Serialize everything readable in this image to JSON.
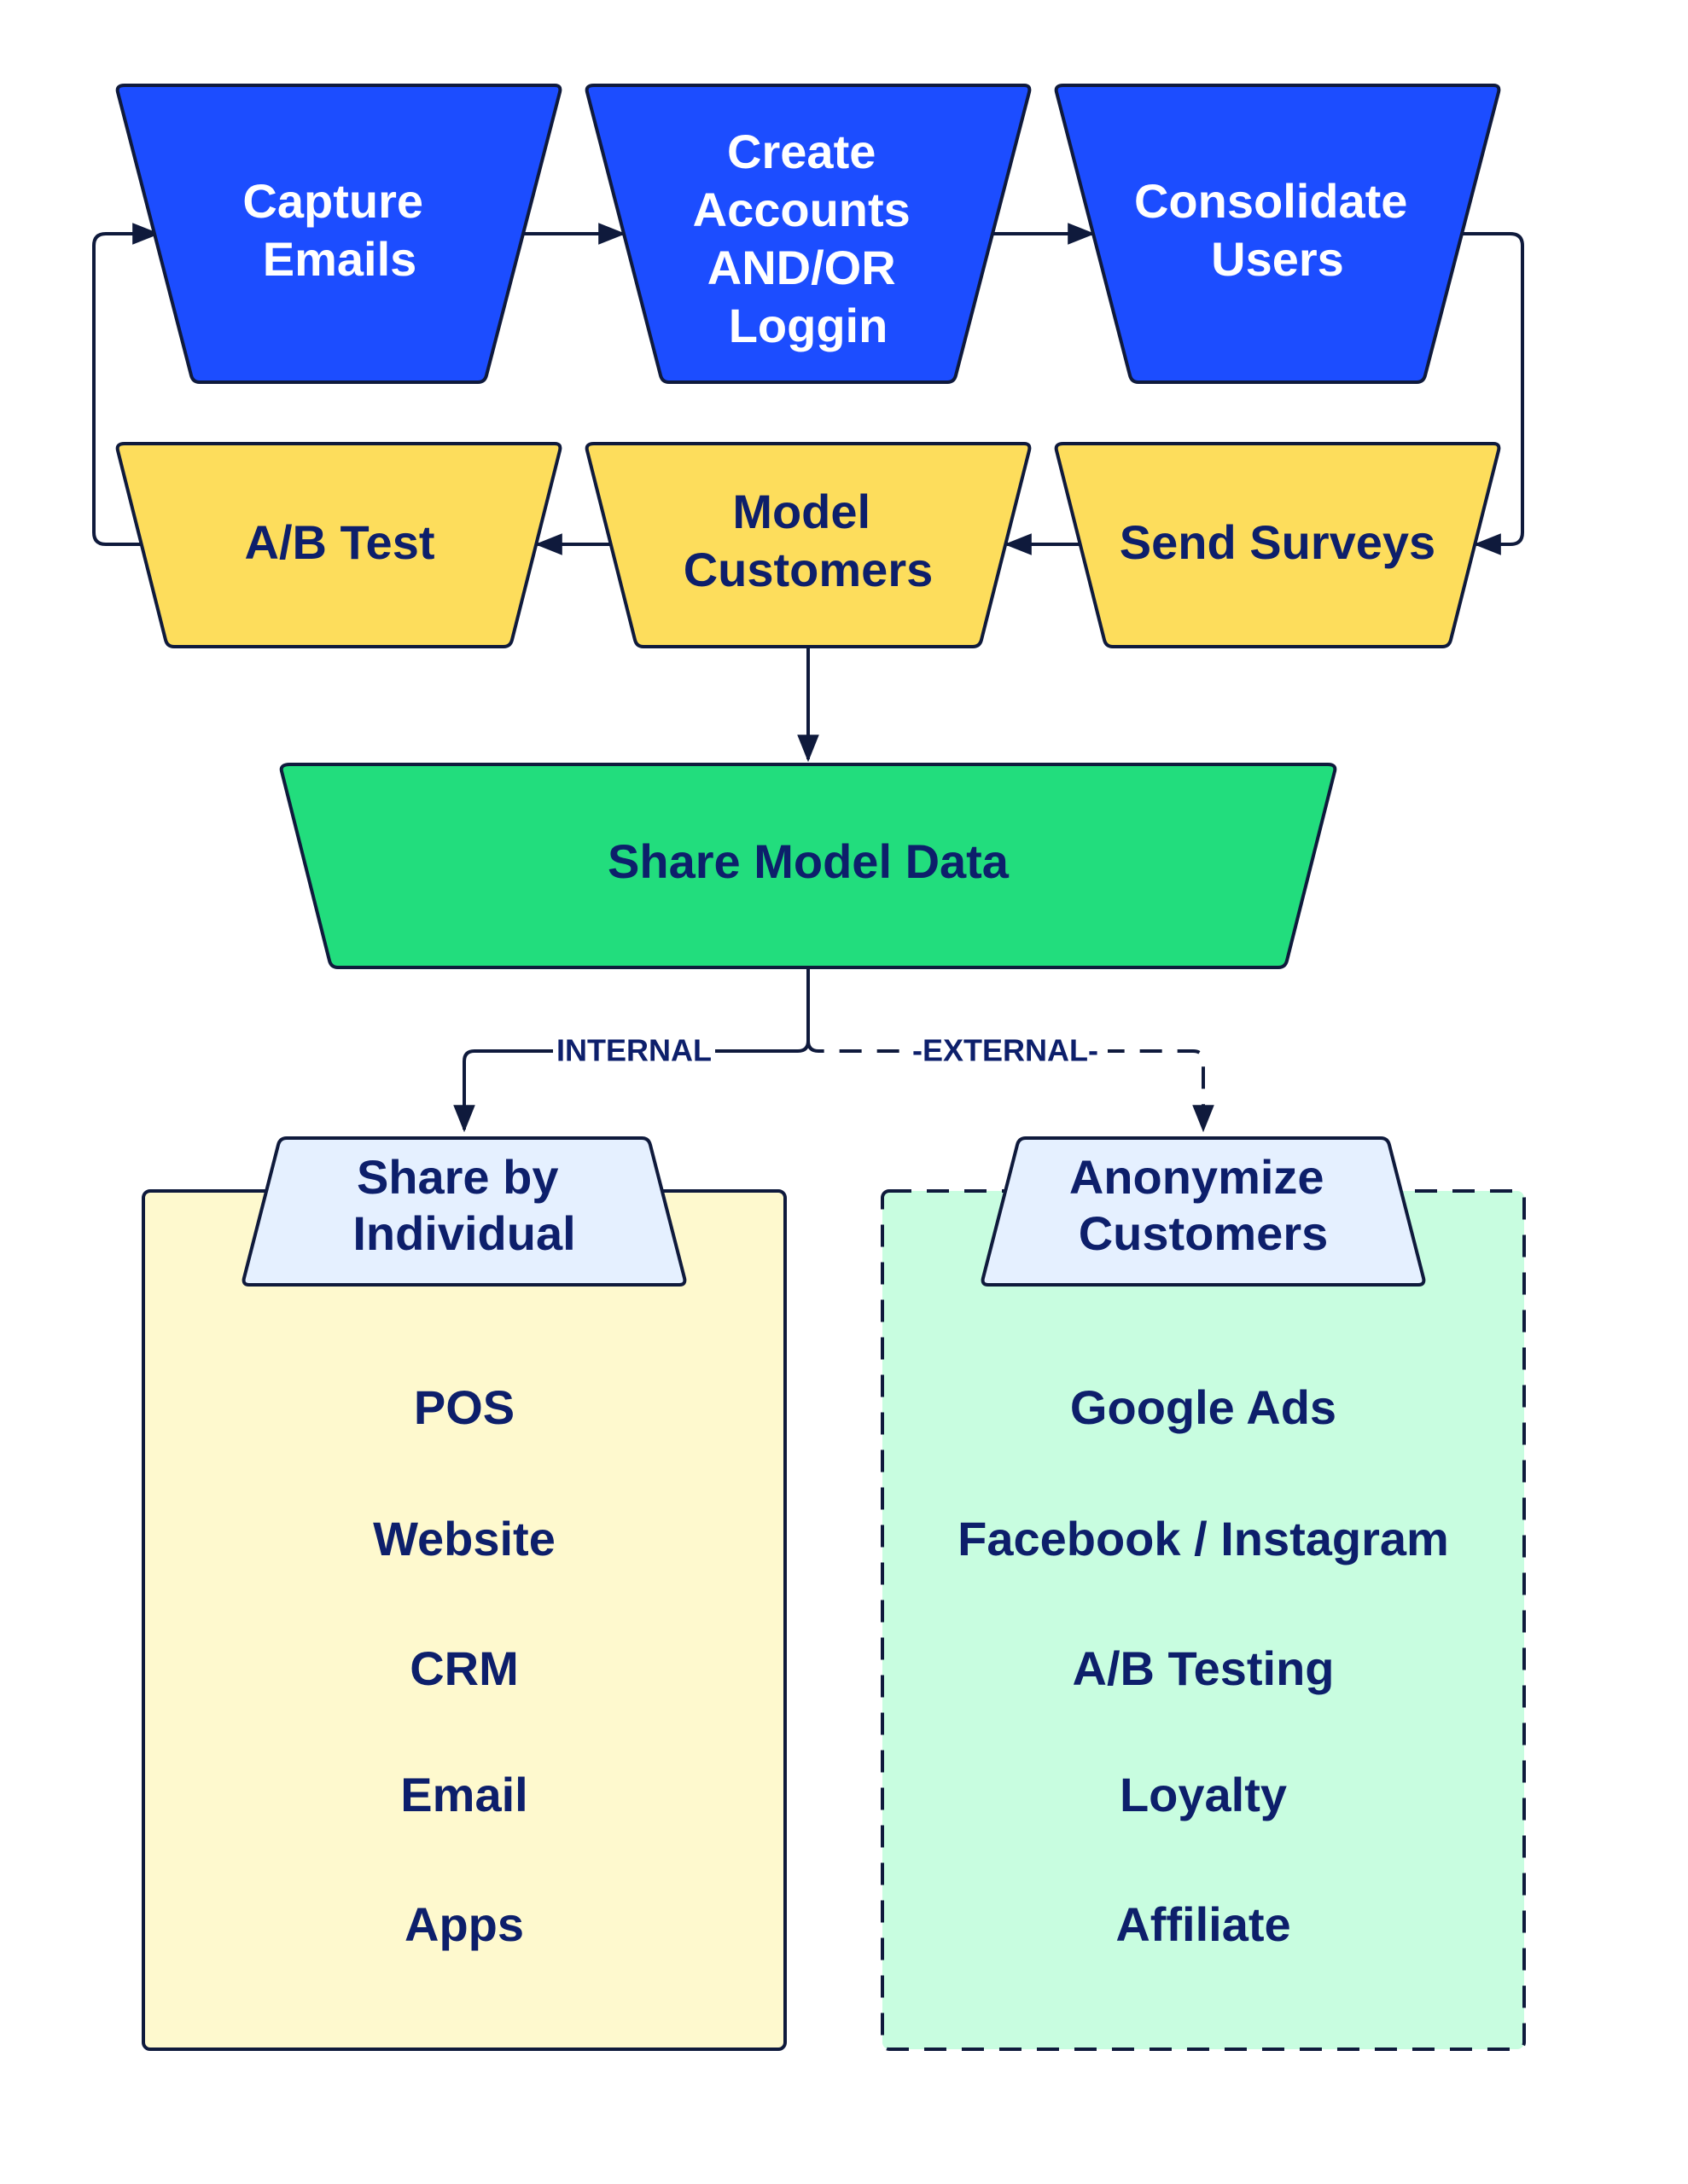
{
  "colors": {
    "blue": "#1c4dff",
    "yellow": "#fddd5c",
    "green": "#22dd7d",
    "pale_blue": "#e5f0ff",
    "pale_yellow": "#fef9ce",
    "pale_green": "#c8fde0",
    "ink": "#0d1f6b",
    "line": "#0f1a3c"
  },
  "nodes": {
    "capture_emails": [
      "Capture",
      "Emails"
    ],
    "create_accounts": [
      "Create",
      "Accounts",
      "AND/OR",
      "Loggin"
    ],
    "consolidate_users": [
      "Consolidate",
      "Users"
    ],
    "ab_test": [
      "A/B Test"
    ],
    "model_customers": [
      "Model",
      "Customers"
    ],
    "send_surveys": [
      "Send Surveys"
    ],
    "share_model_data": [
      "Share Model Data"
    ],
    "share_by_individual": [
      "Share by",
      "Individual"
    ],
    "anonymize_customers": [
      "Anonymize",
      "Customers"
    ]
  },
  "edges": {
    "internal_label": "INTERNAL",
    "external_label": "-EXTERNAL-"
  },
  "internal_list": [
    "POS",
    "Website",
    "CRM",
    "Email",
    "Apps"
  ],
  "external_list": [
    "Google Ads",
    "Facebook / Instagram",
    "A/B Testing",
    "Loyalty",
    "Affiliate"
  ]
}
